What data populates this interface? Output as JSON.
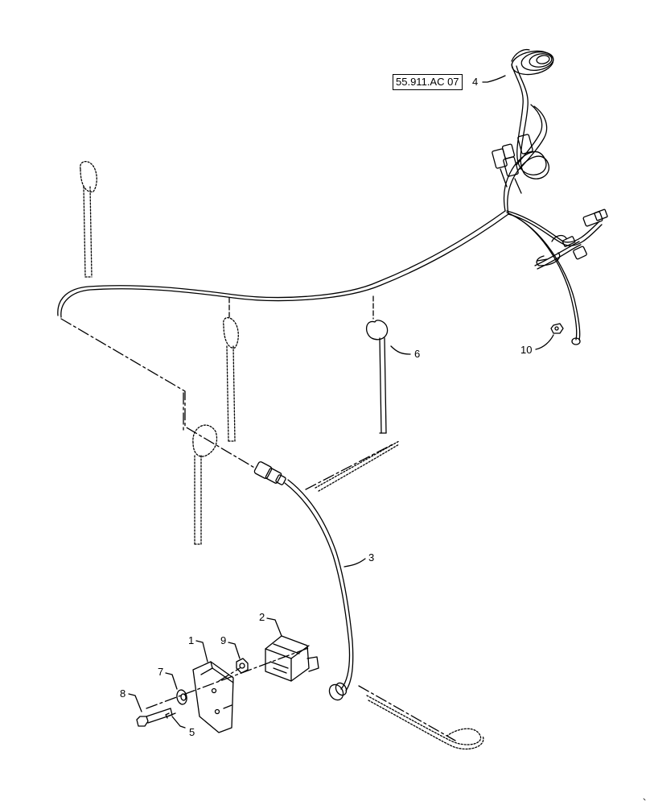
{
  "diagram": {
    "reference_link": "55.911.AC 07",
    "callouts": {
      "harness": "4",
      "strap_tie": "6",
      "nut_small": "10",
      "sensor_cable": "3",
      "sensor": "2",
      "bracket": "1",
      "nut": "9",
      "washer": "7",
      "bolt": "8",
      "screw": "5"
    }
  }
}
